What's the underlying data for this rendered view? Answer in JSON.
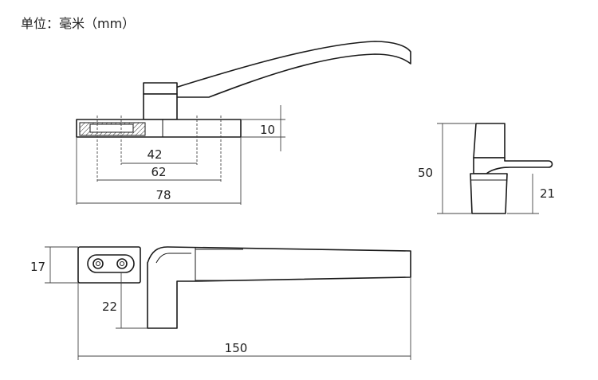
{
  "unit_label": "单位：毫米（mm）",
  "dimensions": {
    "d42": "42",
    "d62": "62",
    "d78": "78",
    "d10": "10",
    "d50": "50",
    "d21": "21",
    "d17": "17",
    "d22": "22",
    "d150": "150"
  }
}
